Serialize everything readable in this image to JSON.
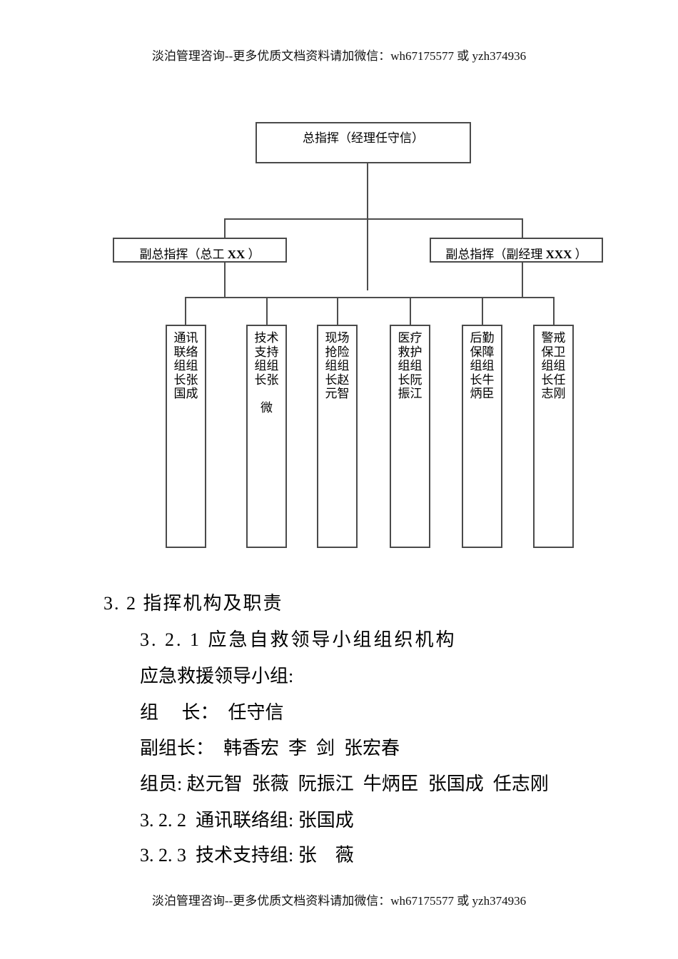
{
  "page": {
    "header_text": "淡泊管理咨询--更多优质文档资料请加微信：wh67175577 或 yzh374936",
    "footer_text": "淡泊管理咨询--更多优质文档资料请加微信：wh67175577 或 yzh374936",
    "colors": {
      "background": "#ffffff",
      "text": "#000000",
      "line": "#4d4d4d",
      "box_border": "#4a4a4a"
    }
  },
  "org_chart": {
    "commander_label": "总指挥（经理任守信）",
    "deputy_left": {
      "prefix": "副总指挥（总工 ",
      "bold": "XX",
      "suffix": " ）"
    },
    "deputy_right": {
      "prefix": "副总指挥（副经理 ",
      "bold": "XXX",
      "suffix": " ）"
    },
    "groups": [
      {
        "label": "通讯\n联络\n组组\n长张\n国成"
      },
      {
        "label": "技术\n支持\n组组\n长张\n\n微"
      },
      {
        "label": "现场\n抢险\n组组\n长赵\n元智"
      },
      {
        "label": "医疗\n救护\n组组\n长阮\n振江"
      },
      {
        "label": "后勤\n保障\n组组\n长牛\n炳臣"
      },
      {
        "label": "警戒\n保卫\n组组\n长任\n志刚"
      }
    ]
  },
  "body": {
    "heading": "3. 2 指挥机构及职责",
    "subheading": "3. 2. 1 应急自救领导小组组织机构",
    "lines": [
      "应急救援领导小组:",
      "组　 长：　任守信",
      "副组长：  韩香宏  李  剑  张宏春",
      "组员: 赵元智  张薇  阮振江  牛炳臣  张国成  任志刚",
      "3. 2. 2  通讯联络组: 张国成",
      "3. 2. 3  技术支持组: 张　薇"
    ]
  }
}
